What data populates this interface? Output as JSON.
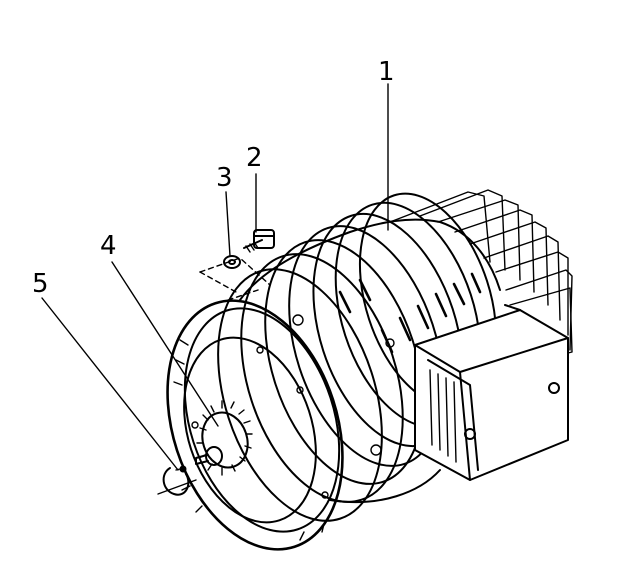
{
  "diagram": {
    "parts": [
      {
        "callout": "1",
        "name": "motor-housing"
      },
      {
        "callout": "2",
        "name": "screw"
      },
      {
        "callout": "3",
        "name": "lock-washer"
      },
      {
        "callout": "4",
        "name": "pinion-gear"
      },
      {
        "callout": "5",
        "name": "retaining-clip"
      }
    ]
  }
}
